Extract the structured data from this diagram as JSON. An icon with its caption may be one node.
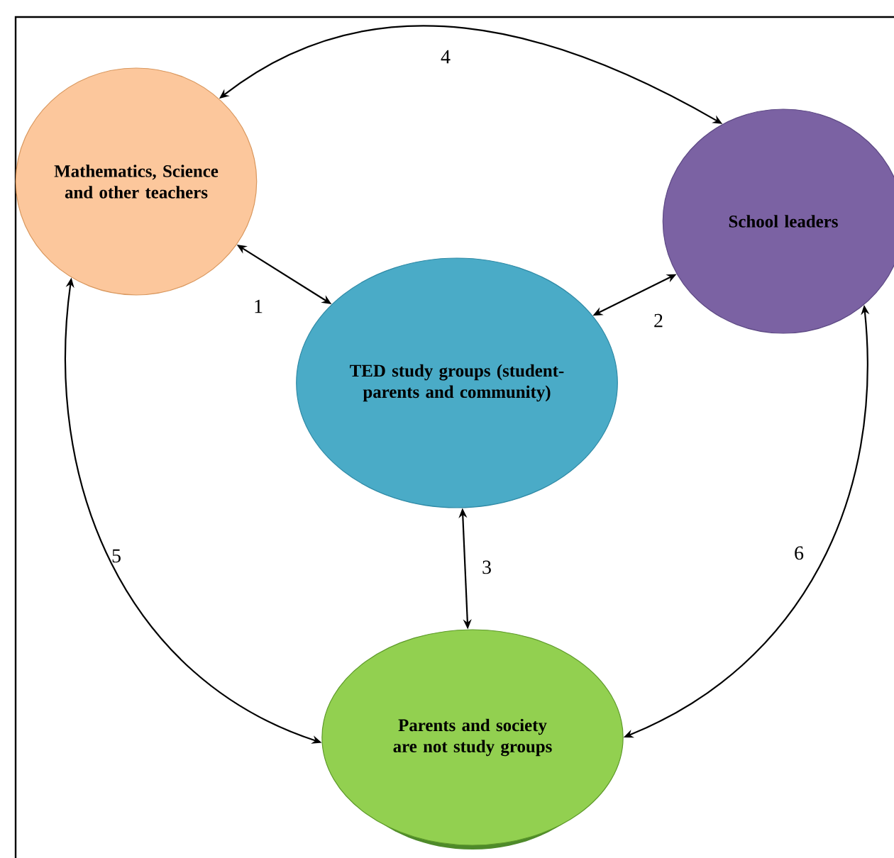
{
  "diagram": {
    "nodes": [
      {
        "text": [
          "Mathematics, Science and other teachers"
        ]
      },
      {
        "text": [
          "School leaders"
        ]
      },
      {
        "text": [
          "TED study groups (student-parents and community)"
        ]
      },
      {
        "text": [
          "Parents and society are not study groups"
        ]
      }
    ],
    "edges": [
      {
        "from": 0,
        "to": 2,
        "arrow": "both",
        "label": "1"
      },
      {
        "from": 2,
        "to": 1,
        "arrow": "both",
        "label": "2"
      },
      {
        "from": 2,
        "to": 3,
        "arrow": "both",
        "label": "3"
      },
      {
        "from": 0,
        "to": 1,
        "arrow": "both",
        "label": "4"
      },
      {
        "from": 0,
        "to": 3,
        "arrow": "both",
        "label": "5"
      },
      {
        "from": 1,
        "to": 3,
        "arrow": "both",
        "label": "6"
      }
    ]
  }
}
